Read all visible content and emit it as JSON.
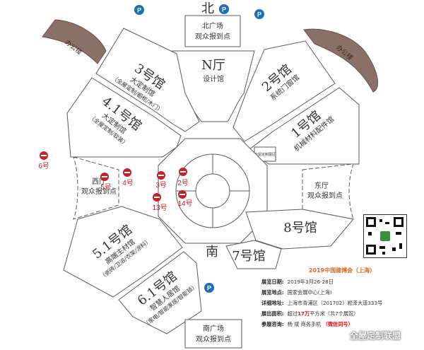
{
  "compass": {
    "north": "北",
    "south": "南"
  },
  "halls": {
    "north_plaza": {
      "line1": "北广场",
      "line2": "观众报到点"
    },
    "n_hall": {
      "name": "N厅",
      "sub": "设计馆"
    },
    "hall_3": {
      "name": "3号馆",
      "sub1": "大定制馆",
      "sub2": "（全屋定制/橱柜/木门）"
    },
    "hall_4_1": {
      "name": "4.1号馆",
      "sub1": "大定制馆",
      "sub2": "（全屋定制/软装）"
    },
    "hall_2": {
      "name": "2号馆",
      "sub": "系统门窗馆"
    },
    "hall_1": {
      "name": "1号馆",
      "sub": "机械材料配件馆"
    },
    "west_hall": {
      "line1": "西厅",
      "line2": "观众报到点"
    },
    "east_hall": {
      "line1": "东厅",
      "line2": "观众报到点"
    },
    "hall_5_1": {
      "name": "5.1号馆",
      "sub1": "高端主材馆",
      "sub2": "（瓷砖/卫浴/衣架/涂料）"
    },
    "hall_6_1": {
      "name": "6.1号馆",
      "sub1": "智慧人居馆",
      "sub2": "（家电/智能家居/智能锁）"
    },
    "hall_8": {
      "name": "8号馆"
    },
    "hall_7": {
      "name": "7号馆"
    },
    "south_plaza": {
      "line1": "南广场",
      "line2": "观众报到点"
    },
    "small_box": {
      "text": "全屋定制展区"
    }
  },
  "offices": {
    "left": "办公楼",
    "right": "办公楼"
  },
  "parking": {
    "label": "P"
  },
  "metro": {
    "exit_6": "6号",
    "exit_5": "5号",
    "exit_4": "4号",
    "exit_3": "3号",
    "exit_2": "2号",
    "exit_13": "13号",
    "exit_14": "14号"
  },
  "info": {
    "title": "2019中国建博会（上海）",
    "dates_label": "展览日期:",
    "dates_value": "2019年3月26-28日",
    "venue_label": "展览地点:",
    "venue_value": "国家会展中心(上海)",
    "address_label": "详细地址:",
    "address_value": "上海市青浦区（201702）崧泽大道333号",
    "area_label": "展出面积:",
    "area_value_pre": "超过",
    "area_value_hl": "17万",
    "area_value_post": "平方米（共7个展馆）",
    "contact_label": "参展咨询:",
    "contact_value": "杨  斌  商务手机",
    "contact_note": "（微信同号）"
  },
  "watermark": "全屋定制联盟",
  "colors": {
    "parking": "#1f6fb5",
    "metro": "#c0242b",
    "office": "#8a7168",
    "info_title": "#d06a2a"
  }
}
